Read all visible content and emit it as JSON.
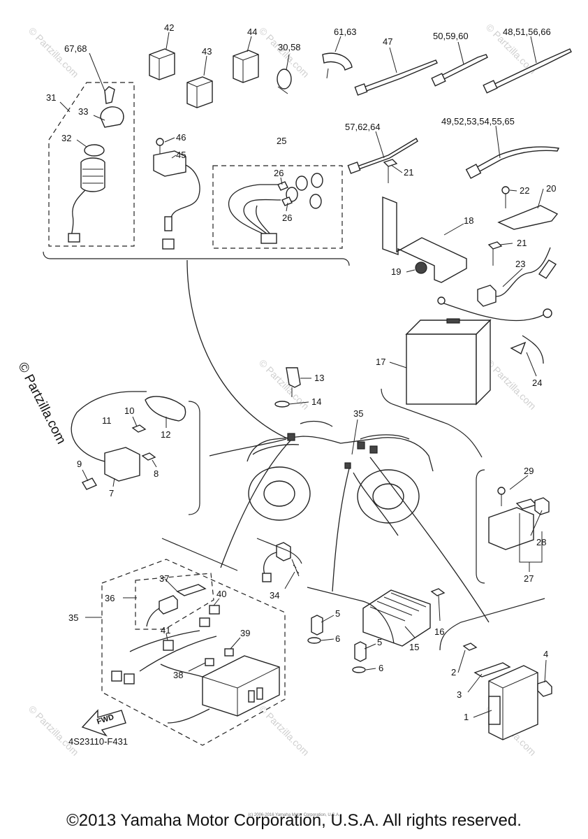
{
  "diagram": {
    "copyright": "©2013 Yamaha Motor Corporation, U.S.A. All rights reserved.",
    "small_notice": "(c) 2006-2016 Yamaha Motor Corporation, U.S.A.",
    "diagram_code": "4S23110-F431",
    "watermark": "© Partzilla.com",
    "side_watermark": "© Partzilla.com",
    "fwd_label": "FWD",
    "callouts": [
      {
        "id": "c-42",
        "text": "42"
      },
      {
        "id": "c-44",
        "text": "44"
      },
      {
        "id": "c-43",
        "text": "43"
      },
      {
        "id": "c-30-58",
        "text": "30,58"
      },
      {
        "id": "c-61-63",
        "text": "61,63"
      },
      {
        "id": "c-47",
        "text": "47"
      },
      {
        "id": "c-50-59-60",
        "text": "50,59,60"
      },
      {
        "id": "c-48-51-56-66",
        "text": "48,51,56,66"
      },
      {
        "id": "c-67-68",
        "text": "67,68"
      },
      {
        "id": "c-31",
        "text": "31"
      },
      {
        "id": "c-33",
        "text": "33"
      },
      {
        "id": "c-32",
        "text": "32"
      },
      {
        "id": "c-46",
        "text": "46"
      },
      {
        "id": "c-45",
        "text": "45"
      },
      {
        "id": "c-25",
        "text": "25"
      },
      {
        "id": "c-26a",
        "text": "26"
      },
      {
        "id": "c-26b",
        "text": "26"
      },
      {
        "id": "c-57-62-64",
        "text": "57,62,64"
      },
      {
        "id": "c-49-65",
        "text": "49,52,53,54,55,65"
      },
      {
        "id": "c-21a",
        "text": "21"
      },
      {
        "id": "c-22",
        "text": "22"
      },
      {
        "id": "c-20",
        "text": "20"
      },
      {
        "id": "c-18",
        "text": "18"
      },
      {
        "id": "c-21b",
        "text": "21"
      },
      {
        "id": "c-19",
        "text": "19"
      },
      {
        "id": "c-23",
        "text": "23"
      },
      {
        "id": "c-17",
        "text": "17"
      },
      {
        "id": "c-24",
        "text": "24"
      },
      {
        "id": "c-13",
        "text": "13"
      },
      {
        "id": "c-14",
        "text": "14"
      },
      {
        "id": "c-35a",
        "text": "35"
      },
      {
        "id": "c-10",
        "text": "10"
      },
      {
        "id": "c-11",
        "text": "11"
      },
      {
        "id": "c-12",
        "text": "12"
      },
      {
        "id": "c-9",
        "text": "9"
      },
      {
        "id": "c-8",
        "text": "8"
      },
      {
        "id": "c-7",
        "text": "7"
      },
      {
        "id": "c-29",
        "text": "29"
      },
      {
        "id": "c-28",
        "text": "28"
      },
      {
        "id": "c-27",
        "text": "27"
      },
      {
        "id": "c-37",
        "text": "37"
      },
      {
        "id": "c-36",
        "text": "36"
      },
      {
        "id": "c-40",
        "text": "40"
      },
      {
        "id": "c-35b",
        "text": "35"
      },
      {
        "id": "c-41",
        "text": "41"
      },
      {
        "id": "c-39",
        "text": "39"
      },
      {
        "id": "c-38",
        "text": "38"
      },
      {
        "id": "c-34",
        "text": "34"
      },
      {
        "id": "c-5a",
        "text": "5"
      },
      {
        "id": "c-6a",
        "text": "6"
      },
      {
        "id": "c-5b",
        "text": "5"
      },
      {
        "id": "c-6b",
        "text": "6"
      },
      {
        "id": "c-15",
        "text": "15"
      },
      {
        "id": "c-16",
        "text": "16"
      },
      {
        "id": "c-4",
        "text": "4"
      },
      {
        "id": "c-2",
        "text": "2"
      },
      {
        "id": "c-3",
        "text": "3"
      },
      {
        "id": "c-1",
        "text": "1"
      }
    ]
  }
}
